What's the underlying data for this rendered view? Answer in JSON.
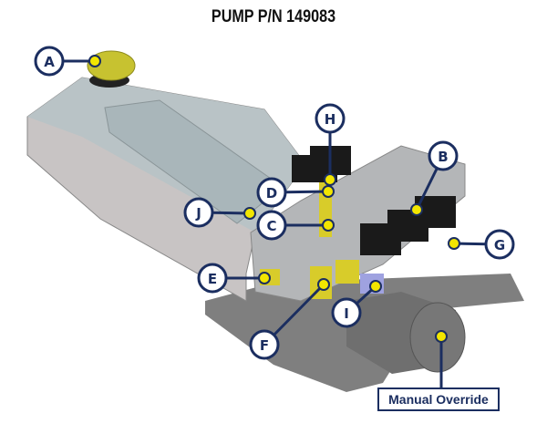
{
  "title": "PUMP P/N 149083",
  "callouts": [
    {
      "letter": "A"
    },
    {
      "letter": "B"
    },
    {
      "letter": "C"
    },
    {
      "letter": "D"
    },
    {
      "letter": "E"
    },
    {
      "letter": "F"
    },
    {
      "letter": "G"
    },
    {
      "letter": "H"
    },
    {
      "letter": "I"
    },
    {
      "letter": "J"
    }
  ],
  "manual_override_label": "Manual Override",
  "colors": {
    "callout": "#1b2e60",
    "dot": "#f2e600",
    "brass": "#d8cc2a"
  }
}
